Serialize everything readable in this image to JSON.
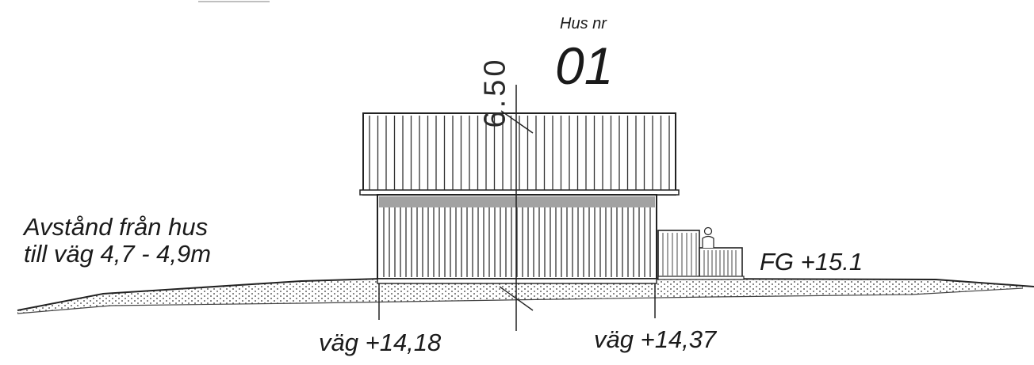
{
  "drawing": {
    "house_label": "Hus nr",
    "house_number": "01",
    "ridge_height": "6.50",
    "distance_line1": "Avstånd från hus",
    "distance_line2": "till väg 4,7 - 4,9m",
    "ground_level": "FG +15.1",
    "road_left": "väg +14,18",
    "road_right": "väg +14,37"
  },
  "colors": {
    "ink": "#1a1a1a",
    "background": "#ffffff"
  }
}
